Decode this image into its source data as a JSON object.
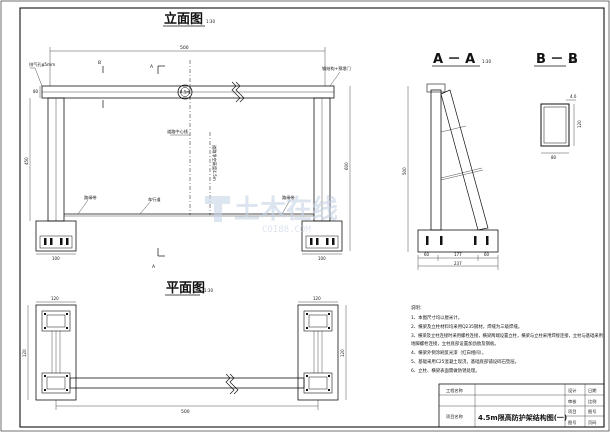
{
  "views": {
    "elevation": {
      "title": "立面图",
      "scale": "1:30"
    },
    "plan": {
      "title": "平面图",
      "scale": "1:30"
    },
    "section_aa": {
      "title": "A － A",
      "scale": "1:30"
    },
    "section_bb": {
      "title": "B － B",
      "scale": "1:10"
    }
  },
  "elevation": {
    "top_span": "500",
    "label_left_top": "排气孔φ5mm",
    "label_right_top": "钢结构+预埋门",
    "label_circle": "4.5m",
    "label_center": "道路中心线",
    "label_center_vert": "道路净空高度4.5m",
    "label_ground_left": "路缘带",
    "label_ground_mid": "车行道",
    "label_ground_right": "路缘带",
    "left_height": "450",
    "right_height": "600",
    "footing_dim_left": "100",
    "footing_dim_right": "100",
    "left_vert_dim": "80",
    "section_mark": "A",
    "b_mark": "B"
  },
  "section_aa": {
    "height": "500",
    "dim_a": "60",
    "dim_b": "177",
    "dim_c": "60",
    "dim_total": "237"
  },
  "section_bb": {
    "dim_top": "4.0",
    "dim_right": "120",
    "dim_bottom": "80"
  },
  "plan": {
    "dim_left": "120",
    "dim_right": "120",
    "span": "500",
    "dim_side_left": "120",
    "dim_side_right": "120"
  },
  "notes": {
    "heading": "说明：",
    "items": [
      "1、本图尺寸均以厘米计。",
      "2、横梁及立柱材料均采用Q235钢材，焊缝为三级焊缝。",
      "3、横梁及立柱连接时采用螺栓连接，横梁两端设置立柱，横梁与立柱采用焊接连接，立柱与基础采用",
      "   地脚螺栓连接，立柱底部设置加劲肋及钢板。",
      "4、横梁外侧涂刷反光漆（红白相间）。",
      "5、基础采用C25混凝土现浇，基础底部铺设碎石垫层。",
      "6、立柱、横梁表面需做防锈处理。"
    ]
  },
  "title_block": {
    "project_label": "工程名称",
    "item_label": "项目名称",
    "drawing_title": "4.5m限高防护架结构图(一)",
    "rows": [
      "设计",
      "审核",
      "项目",
      "图号"
    ],
    "right_labels": [
      "日期",
      "比例",
      "图号",
      "页码"
    ]
  },
  "watermark": {
    "main": "土木在线",
    "sub": "COI88.COM"
  }
}
